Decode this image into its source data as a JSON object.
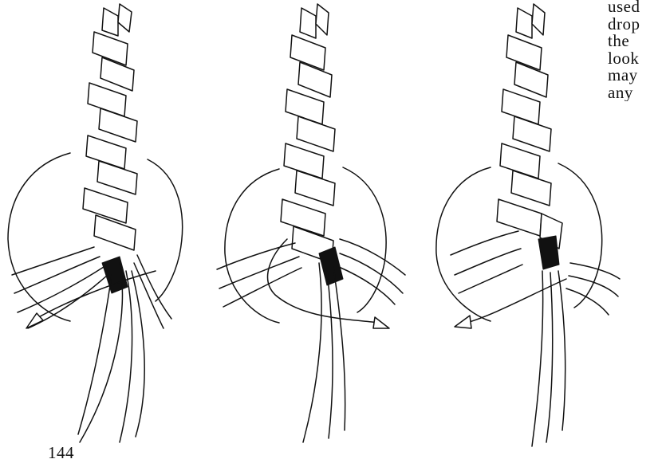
{
  "side_text_lines": [
    "used",
    "drop",
    "the",
    "look",
    "may",
    "any"
  ],
  "page_number": "144"
}
